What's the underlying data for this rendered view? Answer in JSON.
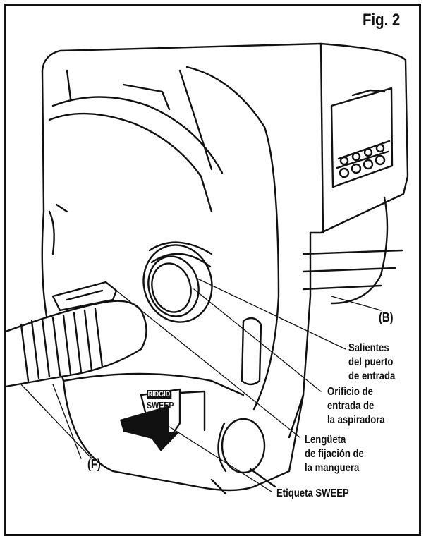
{
  "figure": {
    "title": "Fig. 2"
  },
  "labels": {
    "b": "(B)",
    "f": "(F)",
    "salientes": [
      "Salientes",
      "del puerto",
      "de entrada"
    ],
    "orificio": [
      "Orificio de",
      "entrada de",
      "la aspiradora"
    ],
    "lengueta": [
      "Lengüeta",
      "de fijación de",
      "la manguera"
    ],
    "etiqueta": "Etiqueta SWEEP"
  },
  "sticker": {
    "brand": "RIDGID",
    "word": "SWEEP"
  },
  "colors": {
    "ink": "#111111",
    "paper": "#ffffff"
  }
}
